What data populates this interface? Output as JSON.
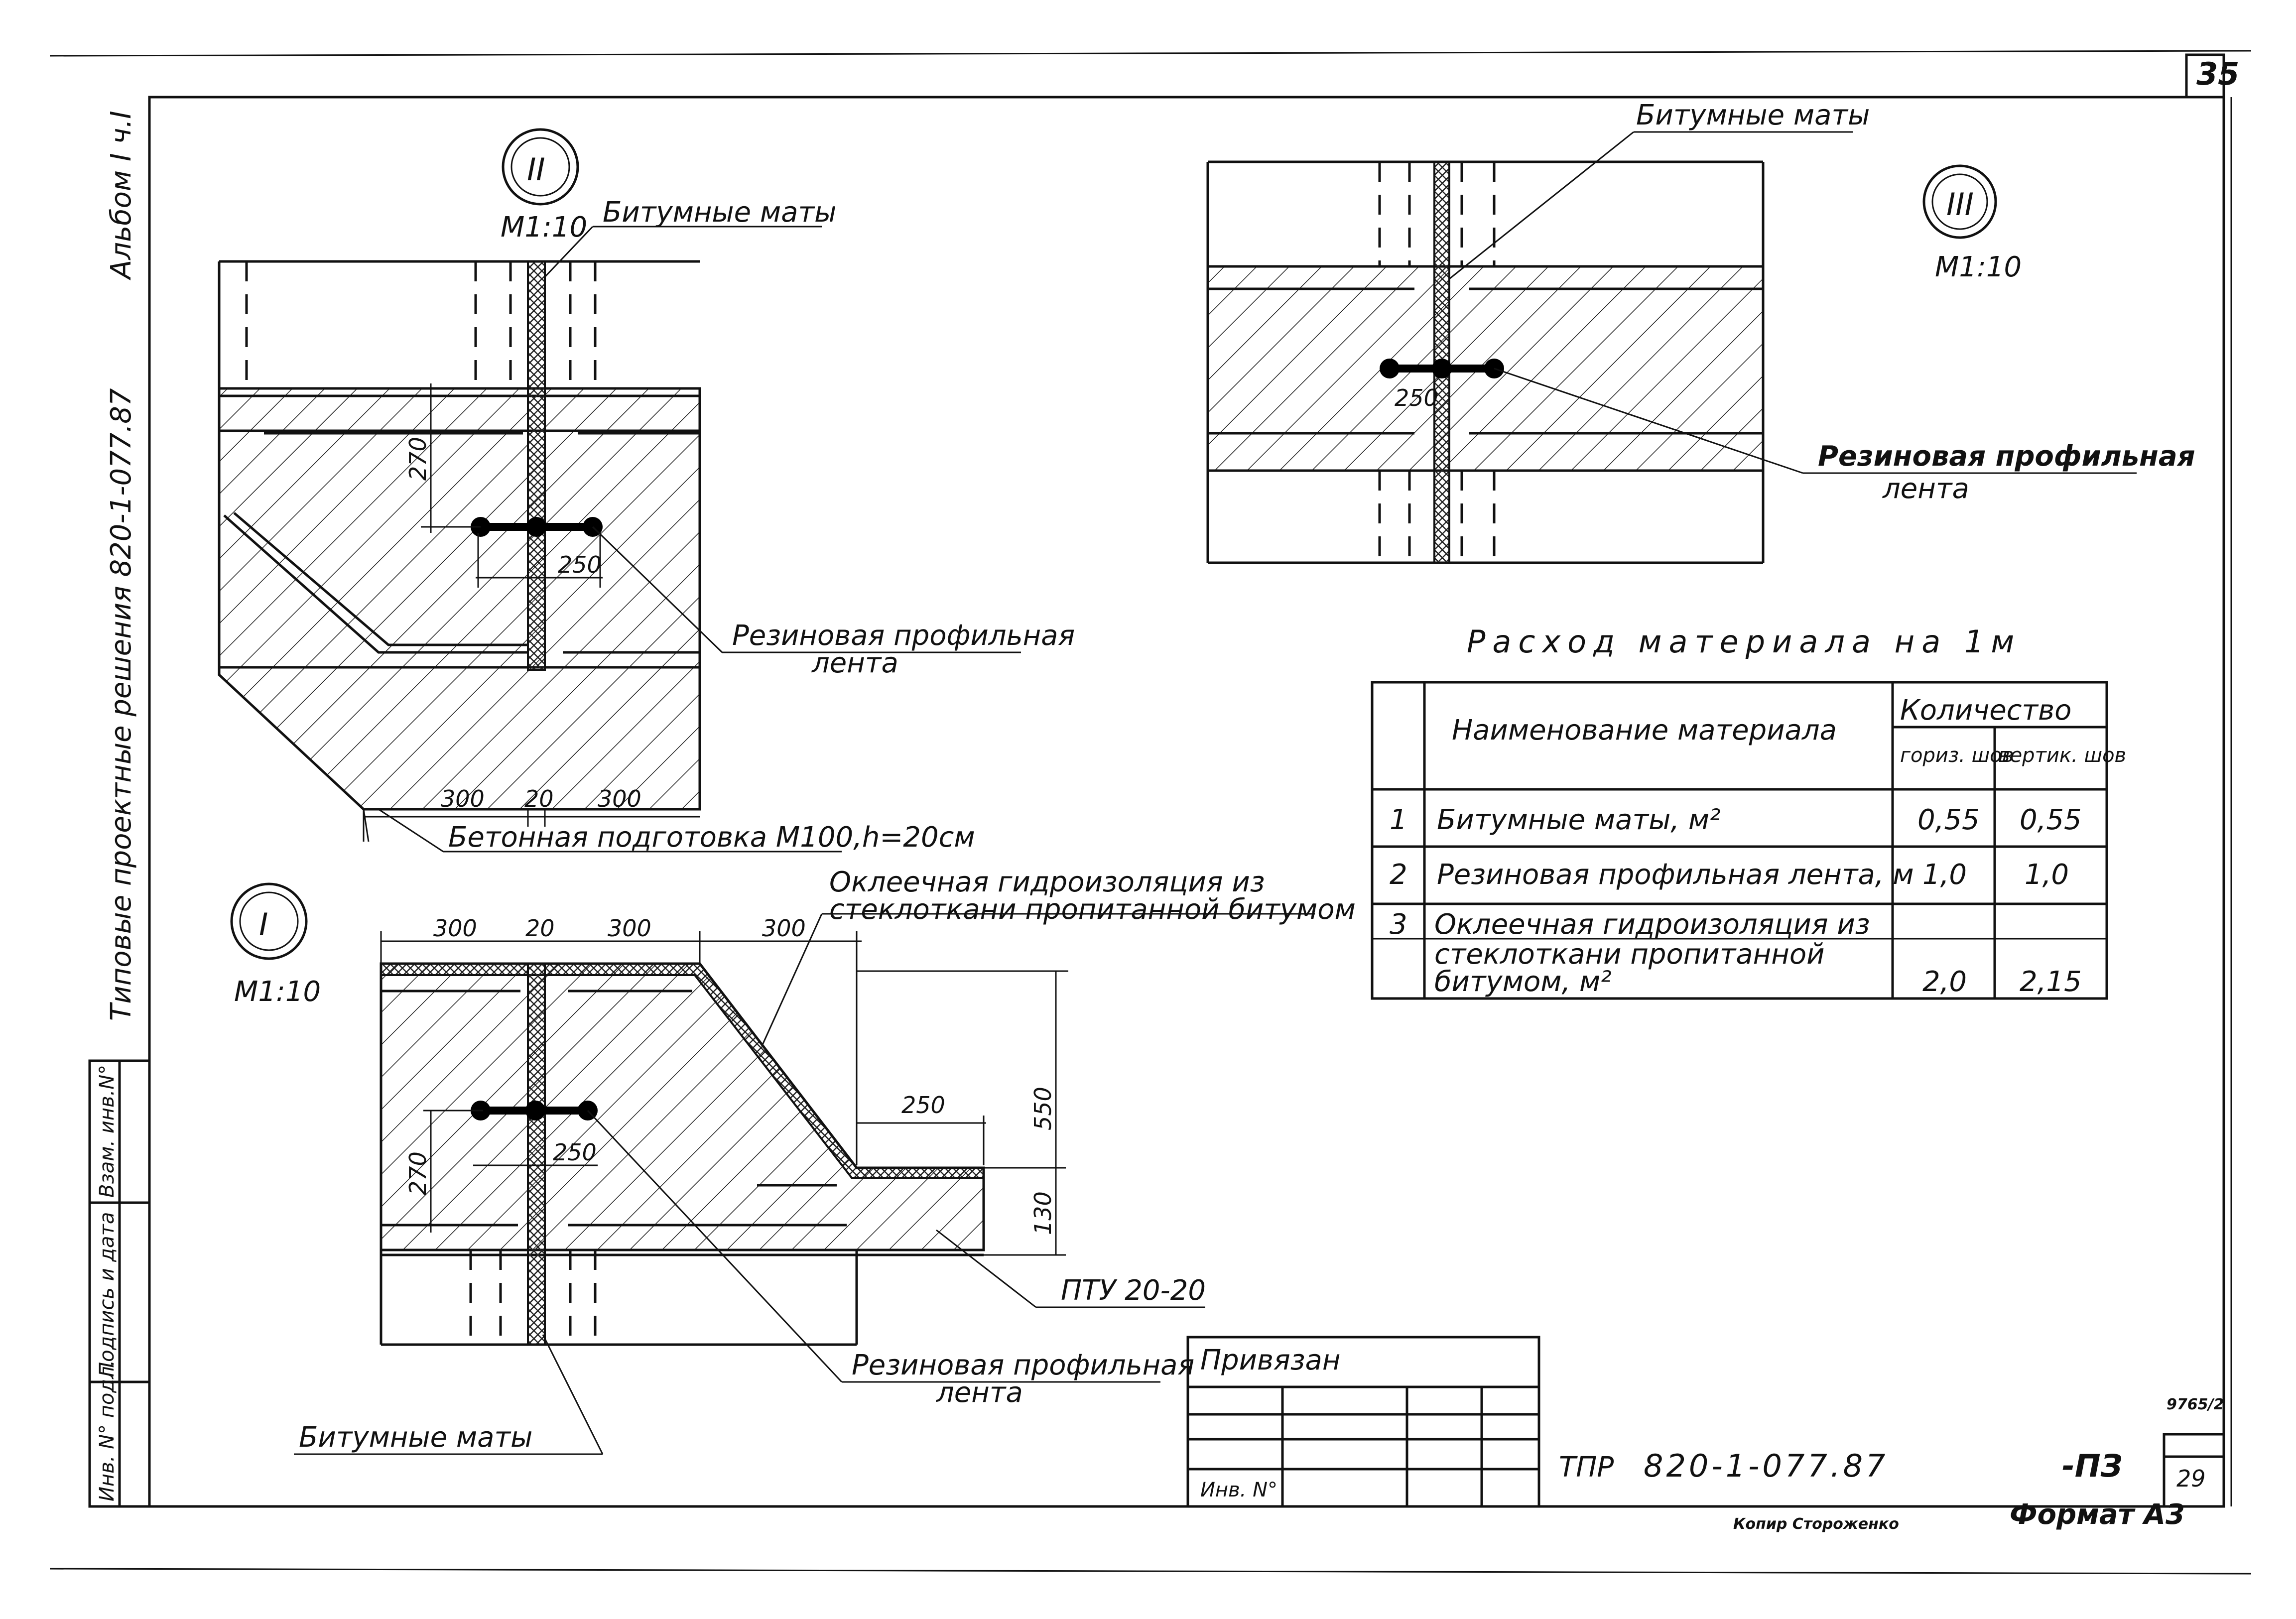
{
  "sheet": {
    "page_number": "35",
    "side_label": "Альбом I ч.I",
    "side_title": "Типовые проектные решения 820-1-077.87",
    "copied_by": "Копир Стороженко",
    "format": "Формат А3",
    "archive_no": "9765/2",
    "sheet_no": "29",
    "inv_label": "Инв. N°"
  },
  "side_stamp": {
    "cells": [
      "Взам. инв.N°",
      "Подпись и дата",
      "Инв. N° подл."
    ]
  },
  "title_block": {
    "bound_label": "Привязан",
    "doc_code_prefix": "ТПР",
    "doc_code": "820-1-077.87",
    "doc_suffix": "-ПЗ"
  },
  "detail_II": {
    "marker": "II",
    "scale": "М1:10",
    "label_mats": "Битумные маты",
    "label_tape_1": "Резиновая профильная",
    "label_tape_2": "лента",
    "label_base": "Бетонная подготовка М100,h=20см",
    "dim_270": "270",
    "dim_250": "250",
    "dim_300a": "300",
    "dim_20": "20",
    "dim_300b": "300"
  },
  "detail_III": {
    "marker": "III",
    "scale": "М1:10",
    "label_mats": "Битумные маты",
    "label_tape_1": "Резиновая профильная",
    "label_tape_2": "лента",
    "dim_250": "250"
  },
  "detail_I": {
    "marker": "I",
    "scale": "М1:10",
    "label_glue_1": "Оклеечная гидроизоляция из",
    "label_glue_2": "стеклоткани пропитанной битумом",
    "label_tape_1": "Резиновая профильная",
    "label_tape_2": "лента",
    "label_mats": "Битумные маты",
    "label_pty": "ПТУ 20-20",
    "dim_300a": "300",
    "dim_20": "20",
    "dim_300b": "300",
    "dim_300c": "300",
    "dim_250a": "250",
    "dim_250b": "250",
    "dim_270": "270",
    "dim_550": "550",
    "dim_130": "130"
  },
  "material_table": {
    "title": "Расход материала на 1м",
    "header_name": "Наименование материала",
    "header_qty": "Количество",
    "header_horiz": "гориз. шов",
    "header_vert": "вертик. шов",
    "rows": [
      {
        "no": "1",
        "name": "Битумные маты, м²",
        "horiz": "0,55",
        "vert": "0,55"
      },
      {
        "no": "2",
        "name": "Резиновая профильная лента, м",
        "horiz": "1,0",
        "vert": "1,0"
      },
      {
        "no": "3",
        "name": "Оклеечная гидроизоляция из",
        "name2": "стеклоткани пропитанной",
        "name3": "битумом, м²",
        "horiz": "2,0",
        "vert": "2,15"
      }
    ]
  }
}
